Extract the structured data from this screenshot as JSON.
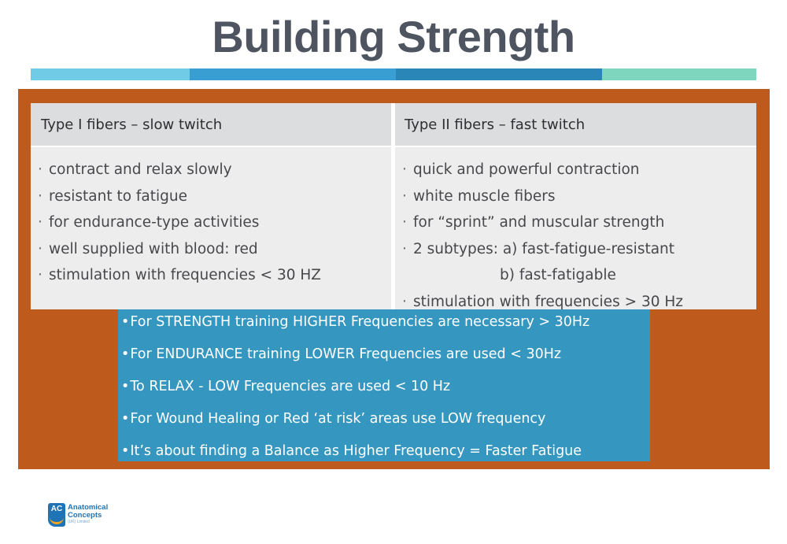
{
  "title": "Building Strength",
  "stripe_colors": [
    "#6fcbe6",
    "#399fd3",
    "#2b86b8",
    "#7dd6bd"
  ],
  "panel_color": "#bf5a1d",
  "table": {
    "left": {
      "heading": "Type I fibers – slow twitch",
      "items": [
        "contract and relax slowly",
        "resistant to fatigue",
        "for endurance-type activities",
        "well supplied with blood: red",
        "stimulation with frequencies < 30 HZ"
      ]
    },
    "right": {
      "heading": "Type II fibers – fast twitch",
      "items": [
        "quick and powerful contraction",
        "white muscle fibers",
        "for “sprint” and muscular strength",
        "2 subtypes: a) fast-fatigue-resistant",
        "b) fast-fatigable",
        "stimulation with frequencies > 30 Hz"
      ]
    }
  },
  "bullet_char": "·",
  "notes_bullet": "•",
  "notes": [
    "For STRENGTH training HIGHER Frequencies are necessary > 30Hz",
    "For ENDURANCE training LOWER Frequencies are used < 30Hz",
    "To RELAX - LOW Frequencies are used < 10 Hz",
    "For Wound Healing or Red ‘at risk’ areas use LOW frequency",
    "It’s about finding a Balance as Higher Frequency = Faster Fatigue"
  ],
  "logo": {
    "mark": "AC",
    "line1": "Anatomical",
    "line2": "Concepts",
    "line3": "(UK) Limited"
  }
}
